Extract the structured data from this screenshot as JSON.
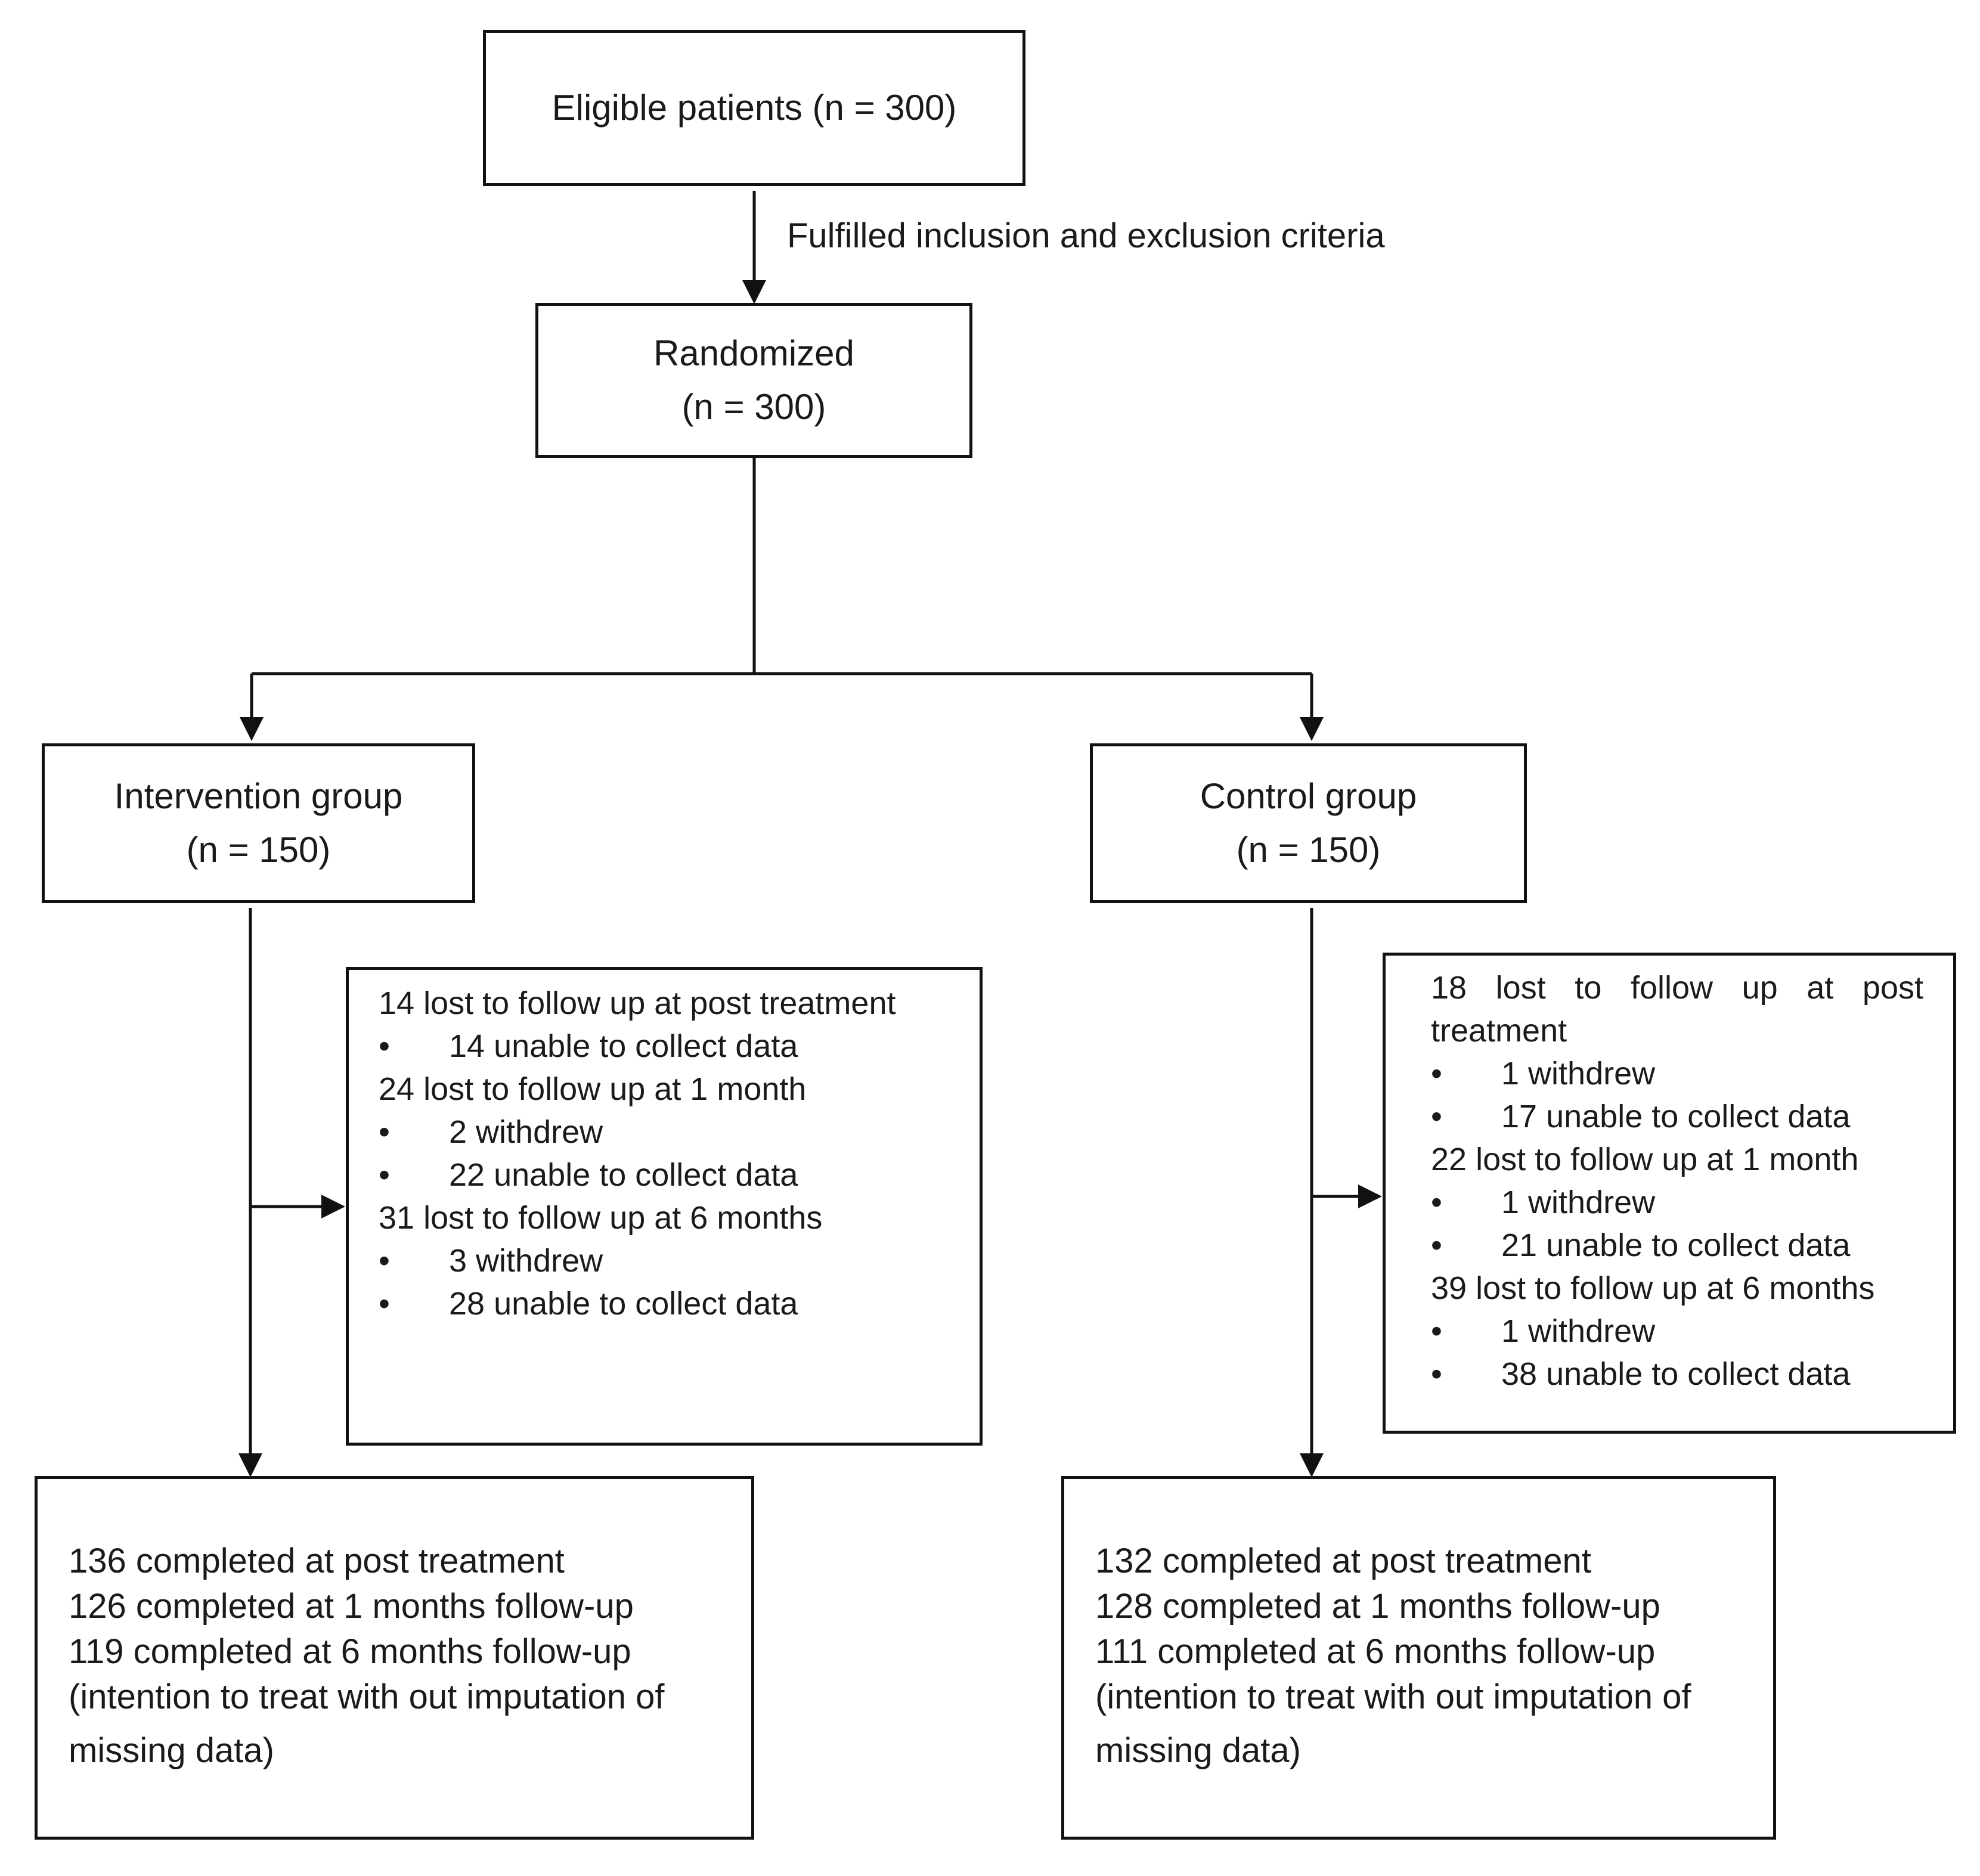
{
  "eligible": {
    "label": "Eligible patients (n = 300)"
  },
  "criteria_label": "Fulfilled inclusion and exclusion criteria",
  "randomized": {
    "title": "Randomized",
    "n": "(n = 300)"
  },
  "intervention": {
    "title": "Intervention group",
    "n": "(n = 150)",
    "loss": {
      "post": {
        "heading": "14 lost to follow up at post treatment",
        "items": [
          "14 unable to collect data"
        ]
      },
      "month1": {
        "heading": "24 lost to follow up at 1 month",
        "items": [
          "2 withdrew",
          "22 unable to collect data"
        ]
      },
      "month6": {
        "heading": "31 lost to follow up at 6 months",
        "items": [
          "3 withdrew",
          "28 unable to collect data"
        ]
      }
    },
    "completed": {
      "lines": [
        "136 completed at post treatment",
        "126 completed at 1 months follow-up",
        "119 completed at 6 months follow-up",
        "(intention to treat with out imputation of",
        "missing data)"
      ]
    }
  },
  "control": {
    "title": "Control group",
    "n": "(n = 150)",
    "loss": {
      "post": {
        "heading_line1": "18 lost to follow up at post",
        "heading_line2": "treatment",
        "items": [
          "1 withdrew",
          "17 unable to collect data"
        ]
      },
      "month1": {
        "heading": "22 lost to follow up at 1 month",
        "items": [
          "1 withdrew",
          "21 unable to collect data"
        ]
      },
      "month6": {
        "heading": "39 lost to follow up at 6 months",
        "items": [
          "1 withdrew",
          "38 unable to collect data"
        ]
      }
    },
    "completed": {
      "lines": [
        "132 completed at post treatment",
        "128 completed at 1 months follow-up",
        "111 completed at 6 months follow-up",
        "(intention to treat with out imputation of",
        "missing data)"
      ]
    }
  }
}
